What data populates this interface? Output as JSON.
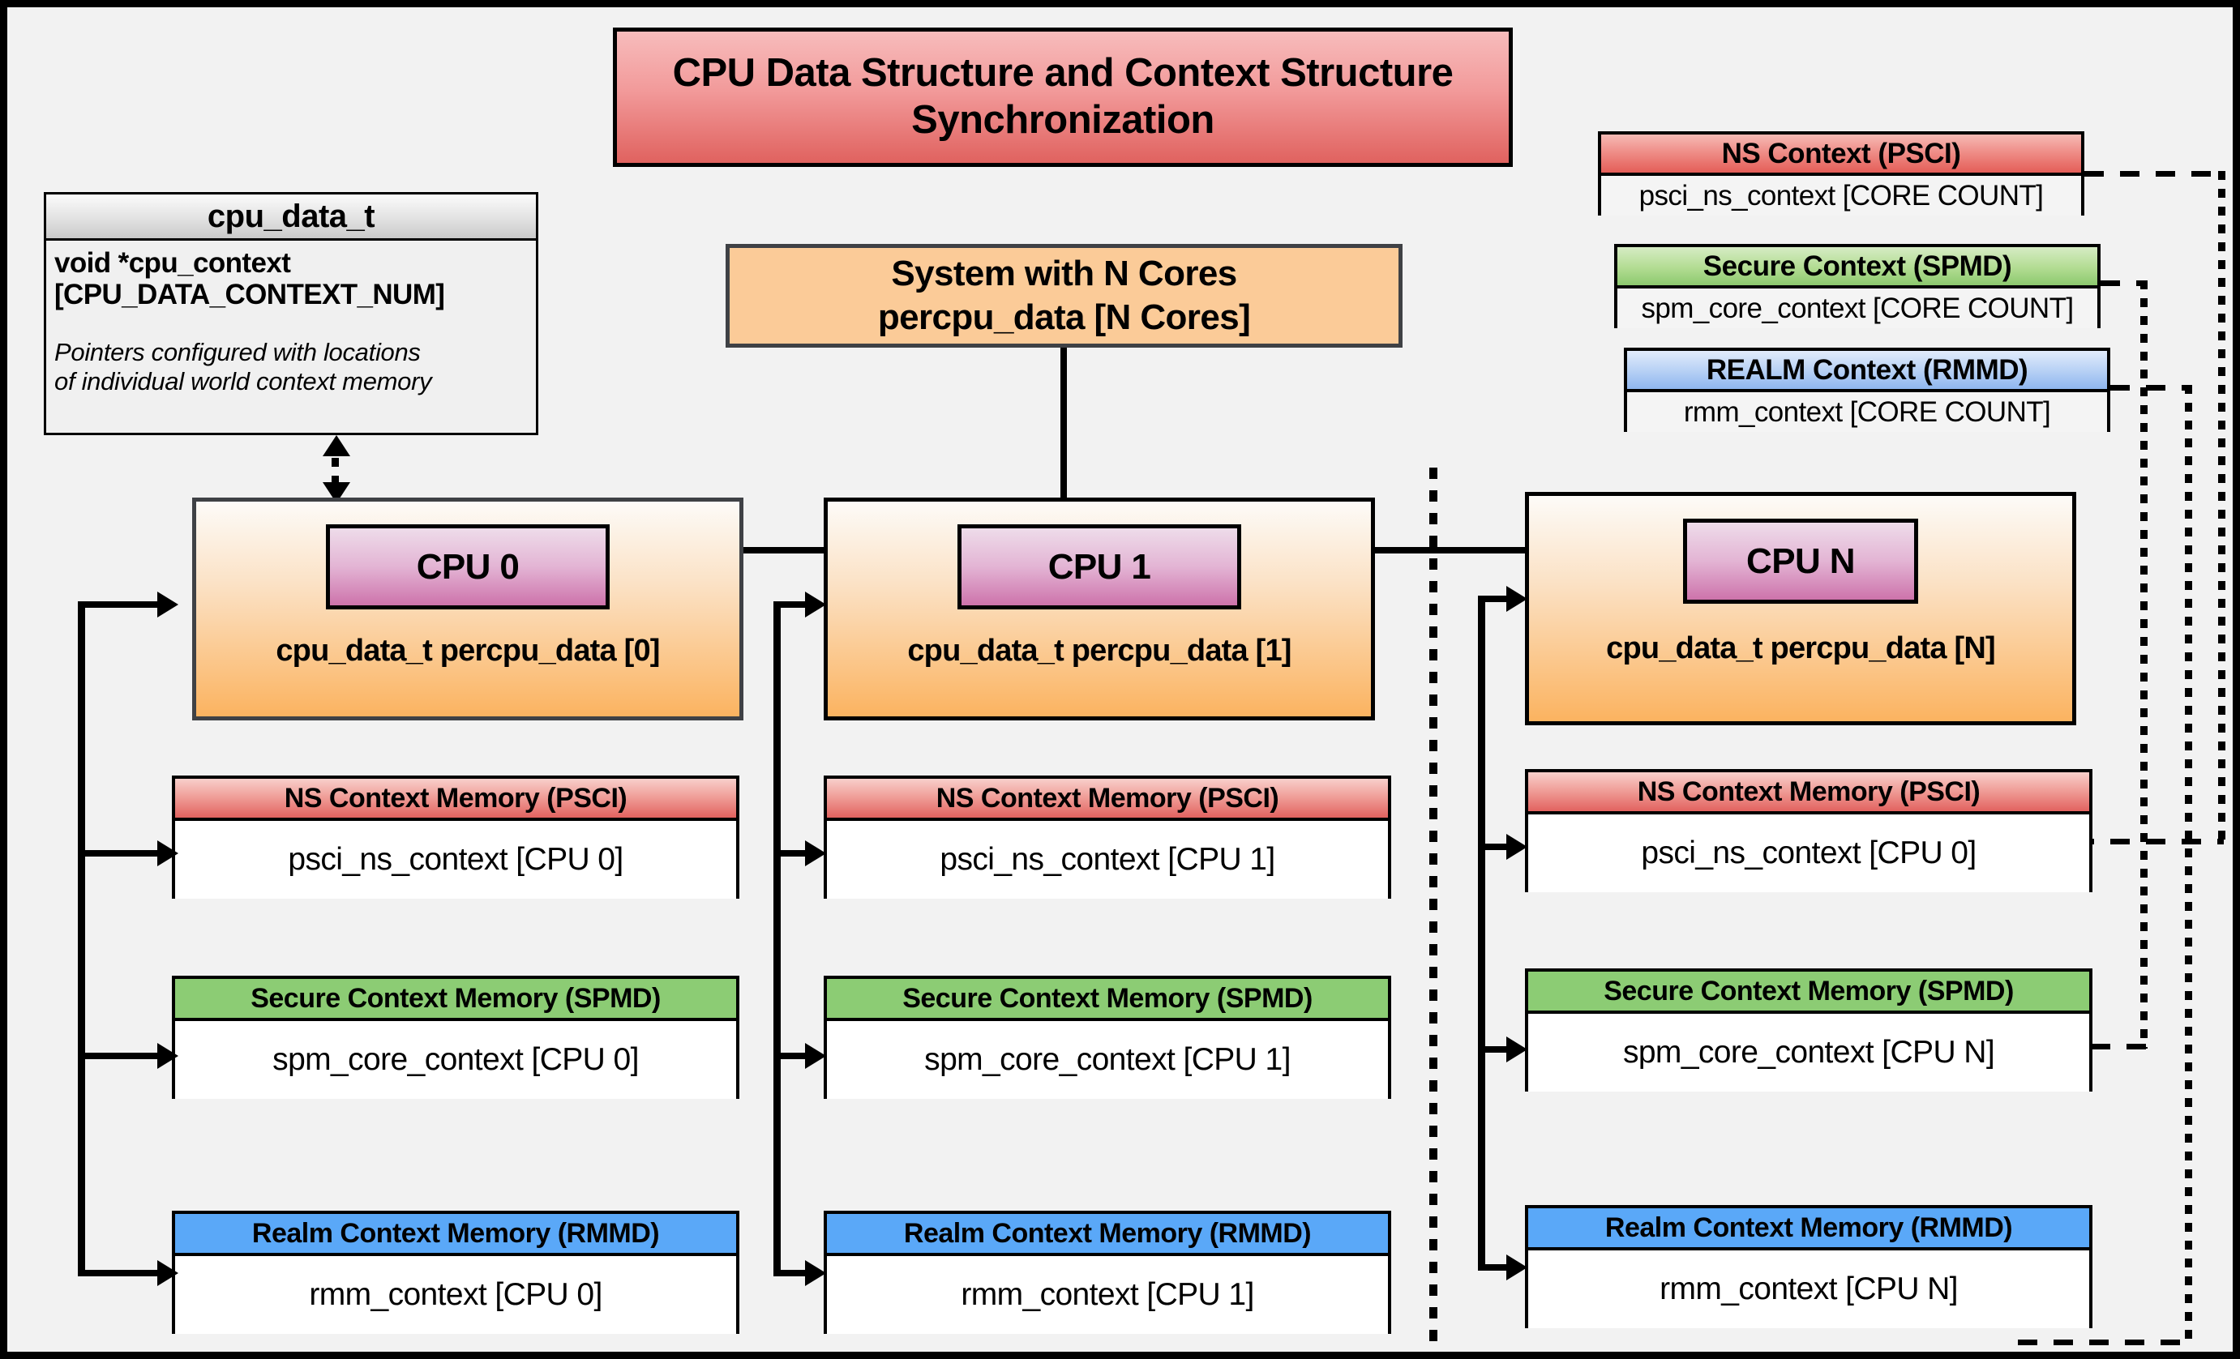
{
  "title": {
    "line1": "CPU Data Structure and Context Structure",
    "line2": "Synchronization"
  },
  "cpu_data_struct": {
    "header": "cpu_data_t",
    "field_line1": "void  *cpu_context",
    "field_line2": "[CPU_DATA_CONTEXT_NUM]",
    "note_line1": "Pointers configured with locations",
    "note_line2": "of individual world context memory"
  },
  "system": {
    "line1": "System with N Cores",
    "line2": "percpu_data [N Cores]"
  },
  "global_contexts": [
    {
      "header": "NS Context  (PSCI)",
      "body": "psci_ns_context [CORE COUNT]",
      "color": "#e45d57",
      "world": "non-secure"
    },
    {
      "header": "Secure Context (SPMD)",
      "body": "spm_core_context [CORE COUNT]",
      "color": "#8cc96e",
      "world": "secure"
    },
    {
      "header": "REALM Context (RMMD)",
      "body": "rmm_context [CORE COUNT]",
      "color": "#8fb6ef",
      "world": "realm"
    }
  ],
  "cpus": [
    {
      "chip": "CPU 0",
      "array_label": "cpu_data_t percpu_data [0]",
      "contexts": [
        {
          "header": "NS Context Memory (PSCI)",
          "body": "psci_ns_context [CPU 0]",
          "color": "#e2625f"
        },
        {
          "header": "Secure Context Memory (SPMD)",
          "body": "spm_core_context [CPU 0]",
          "color": "#8ccc74"
        },
        {
          "header": "Realm Context Memory (RMMD)",
          "body": "rmm_context [CPU 0]",
          "color": "#5aa8f8"
        }
      ]
    },
    {
      "chip": "CPU 1",
      "array_label": "cpu_data_t percpu_data [1]",
      "contexts": [
        {
          "header": "NS Context Memory (PSCI)",
          "body": "psci_ns_context [CPU 1]",
          "color": "#e2625f"
        },
        {
          "header": "Secure Context Memory (SPMD)",
          "body": "spm_core_context [CPU 1]",
          "color": "#8ccc74"
        },
        {
          "header": "Realm Context Memory (RMMD)",
          "body": "rmm_context [CPU 1]",
          "color": "#5aa8f8"
        }
      ]
    },
    {
      "chip": "CPU N",
      "array_label": "cpu_data_t percpu_data [N]",
      "contexts": [
        {
          "header": "NS Context Memory (PSCI)",
          "body": "psci_ns_context [CPU 0]",
          "color": "#e2625f"
        },
        {
          "header": "Secure Context Memory (SPMD)",
          "body": "spm_core_context [CPU N]",
          "color": "#8ccc74"
        },
        {
          "header": "Realm Context Memory (RMMD)",
          "body": "rmm_context [CPU N]",
          "color": "#5aa8f8"
        }
      ]
    }
  ],
  "palette": {
    "background": "#f2f2f2",
    "title_accent": "#e0625f",
    "system_fill": "#fbcb98",
    "cpu_chip": "#cd73ab",
    "border": "#000000",
    "border_gray": "#3f4145"
  }
}
